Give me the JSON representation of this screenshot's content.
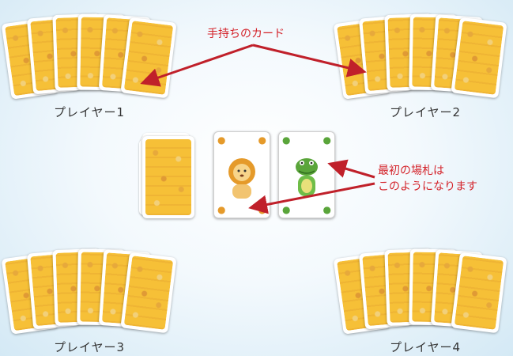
{
  "labels": {
    "player1": "プレイヤー1",
    "player2": "プレイヤー2",
    "player3": "プレイヤー3",
    "player4": "プレイヤー4"
  },
  "callouts": {
    "hand": "手持ちのカード",
    "field_line1": "最初の場札は",
    "field_line2": "このようになります"
  },
  "field_cards": [
    {
      "animal": "lion-icon"
    },
    {
      "animal": "crocodile-icon"
    }
  ],
  "colors": {
    "card_back": "#f6c037",
    "arrow": "#c0202a",
    "callout_text": "#d4232a"
  }
}
